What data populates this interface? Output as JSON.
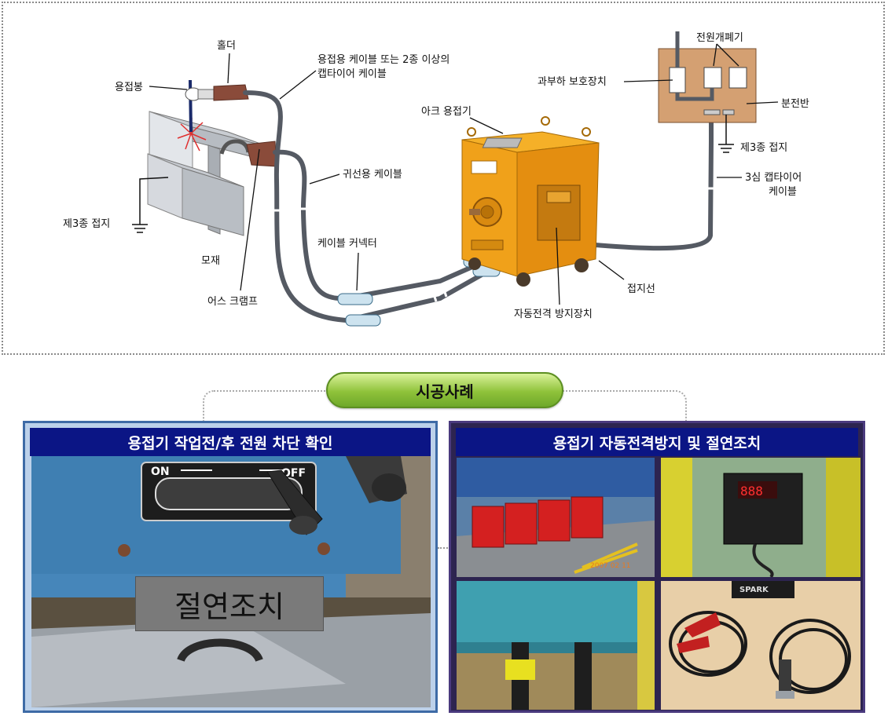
{
  "diagram": {
    "labels": {
      "holder": "홀더",
      "rod": "용접봉",
      "welding_cable": "용접용 케이블 또는 2종 이상의",
      "welding_cable_2": "캡타이어 케이블",
      "return_cable": "귀선용 케이블",
      "ground_left": "제3종 접지",
      "base_metal": "모재",
      "earth_clamp": "어스 크램프",
      "cable_connector": "케이블 커넥터",
      "arc_welder": "아크 용접기",
      "auto_shock": "자동전격 방지장치",
      "ground_wire": "접지선",
      "overload": "과부하 보호장치",
      "power_switch": "전원개폐기",
      "panel": "분전반",
      "ground_right": "제3종 접지",
      "cabtyre": "3심 캡타이어",
      "cabtyre_2": "케이블"
    }
  },
  "section_title": "시공사례",
  "left_panel": {
    "title": "용접기 작업전/후 전원 차단 확인",
    "switch_on": "ON",
    "switch_off": "OFF",
    "overlay_label": "절연조치"
  },
  "right_panel": {
    "title": "용접기 자동전격방지 및 절연조치",
    "photo1_date": "2007 02 11",
    "digital_display": "888",
    "brand": "SPARK"
  }
}
